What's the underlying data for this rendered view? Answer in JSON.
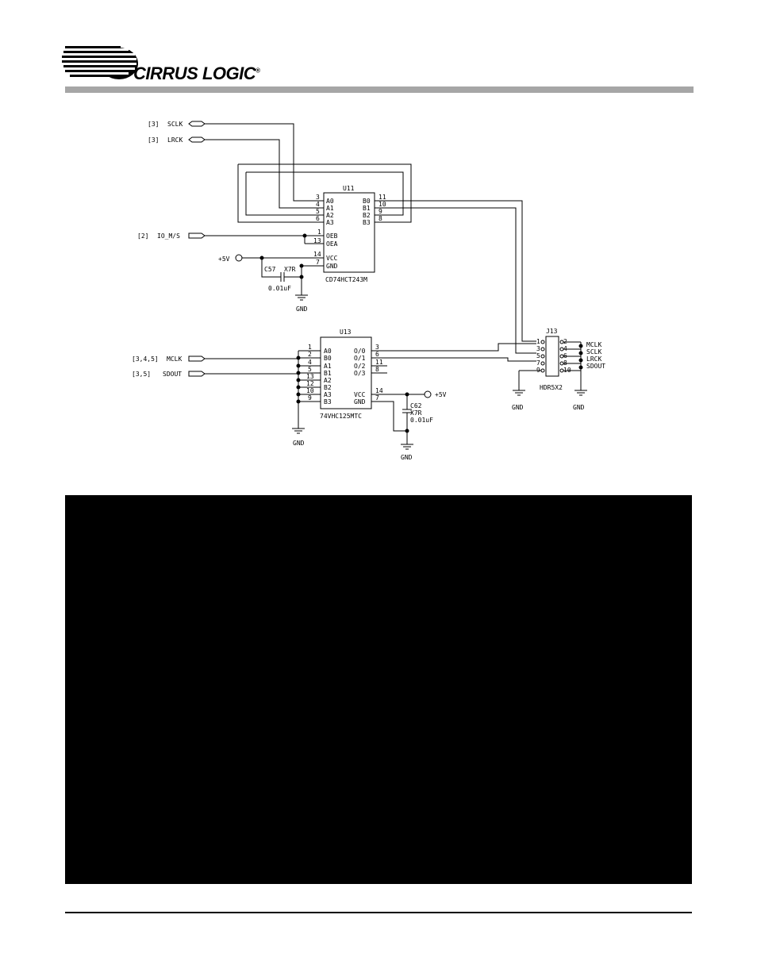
{
  "header": {
    "brand": "CIRRUS LOGIC",
    "registered": "®",
    "accent_color": "#a6a6a6"
  },
  "schematic": {
    "u11": {
      "ref": "U11",
      "part": "CD74HCT243M",
      "left_pins": [
        "3",
        "4",
        "5",
        "6",
        "1",
        "13",
        "14",
        "7"
      ],
      "left_labels": [
        "A0",
        "A1",
        "A2",
        "A3",
        "OEB",
        "OEA",
        "VCC",
        "GND"
      ],
      "right_pins": [
        "11",
        "10",
        "9",
        "8"
      ],
      "right_labels": [
        "B0",
        "B1",
        "B2",
        "B3"
      ]
    },
    "u13": {
      "ref": "U13",
      "part": "74VHC125MTC",
      "left_pins": [
        "1",
        "2",
        "4",
        "5",
        "13",
        "12",
        "10",
        "9"
      ],
      "left_labels": [
        "A0",
        "B0",
        "A1",
        "B1",
        "A2",
        "B2",
        "A3",
        "B3"
      ],
      "right_pins": [
        "3",
        "6",
        "11",
        "8",
        "14",
        "7"
      ],
      "right_labels": [
        "O/0",
        "O/1",
        "O/2",
        "O/3",
        "VCC",
        "GND"
      ]
    },
    "j13": {
      "ref": "J13",
      "part": "HDR5X2",
      "left_pins": [
        "1",
        "3",
        "5",
        "7",
        "9"
      ],
      "right_pins": [
        "2",
        "4",
        "6",
        "8",
        "10"
      ],
      "right_nets": [
        "MCLK",
        "SCLK",
        "LRCK",
        "SDOUT"
      ]
    },
    "c57": {
      "ref": "C57",
      "type": "X7R",
      "value": "0.01uF"
    },
    "c62": {
      "ref": "C62",
      "type": "X7R",
      "value": "0.01uF"
    },
    "ports": [
      {
        "sheet": "[3]",
        "name": "SCLK"
      },
      {
        "sheet": "[3]",
        "name": "LRCK"
      },
      {
        "sheet": "[2]",
        "name": "IO_M/S"
      },
      {
        "sheet": "[3,4,5]",
        "name": "MCLK"
      },
      {
        "sheet": "[3,5]",
        "name": "SDOUT"
      }
    ],
    "power": {
      "vcc": "+5V",
      "gnd": "GND"
    }
  }
}
